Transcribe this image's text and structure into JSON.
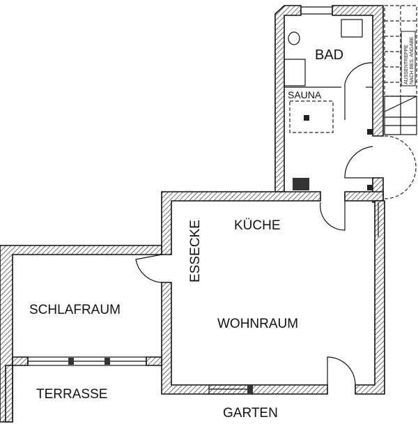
{
  "plan": {
    "rooms": {
      "bad": "BAD",
      "sauna": "SAUNA",
      "kueche": "KÜCHE",
      "essecke": "ESSECKE",
      "schlafraum": "SCHLAFRAUM",
      "wohnraum": "WOHNRAUM",
      "terrasse": "TERRASSE",
      "garten": "GARTEN"
    },
    "stair_note": {
      "line1": "AUSSENTREPPE",
      "line2": "NACH BES. ANGABE"
    }
  }
}
